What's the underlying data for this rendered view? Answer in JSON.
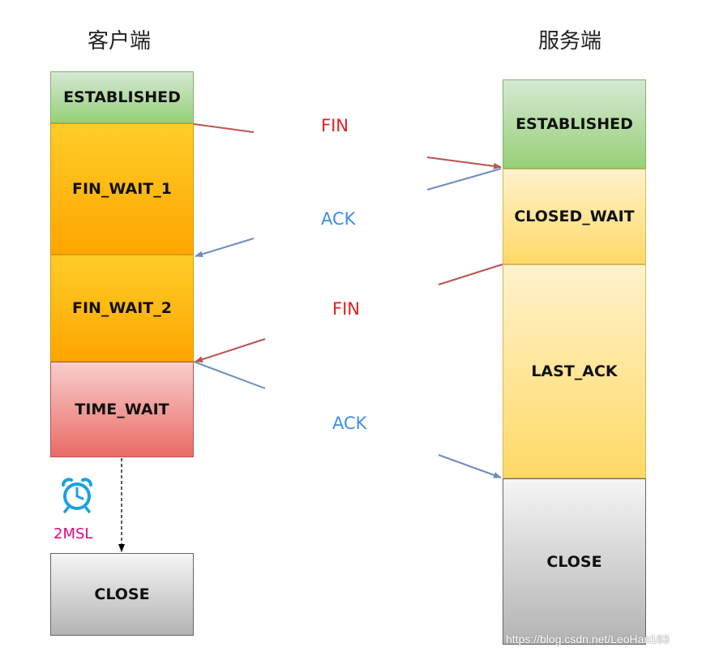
{
  "titles": {
    "client": "客户端",
    "server": "服务端"
  },
  "client_states": [
    "ESTABLISHED",
    "FIN_WAIT_1",
    "FIN_WAIT_2",
    "TIME_WAIT",
    "CLOSE"
  ],
  "server_states": [
    "ESTABLISHED",
    "CLOSED_WAIT",
    "LAST_ACK",
    "CLOSE"
  ],
  "messages": [
    {
      "label": "FIN",
      "color": "#c0504d",
      "direction": "client-to-server"
    },
    {
      "label": "ACK",
      "color": "#4a90e2",
      "direction": "server-to-client"
    },
    {
      "label": "FIN",
      "color": "#c0504d",
      "direction": "server-to-client"
    },
    {
      "label": "ACK",
      "color": "#4a90e2",
      "direction": "client-to-server"
    }
  ],
  "timer": {
    "icon": "alarm-clock-icon",
    "label": "2MSL"
  },
  "watermark": "https://blog.csdn.net/LeoHan163",
  "colors": {
    "fin_arrow": "#b85450",
    "ack_arrow": "#6c8ebf",
    "fin_text": "#e02020",
    "ack_text": "#3d8ee8",
    "timer": "#1ba1e2"
  }
}
